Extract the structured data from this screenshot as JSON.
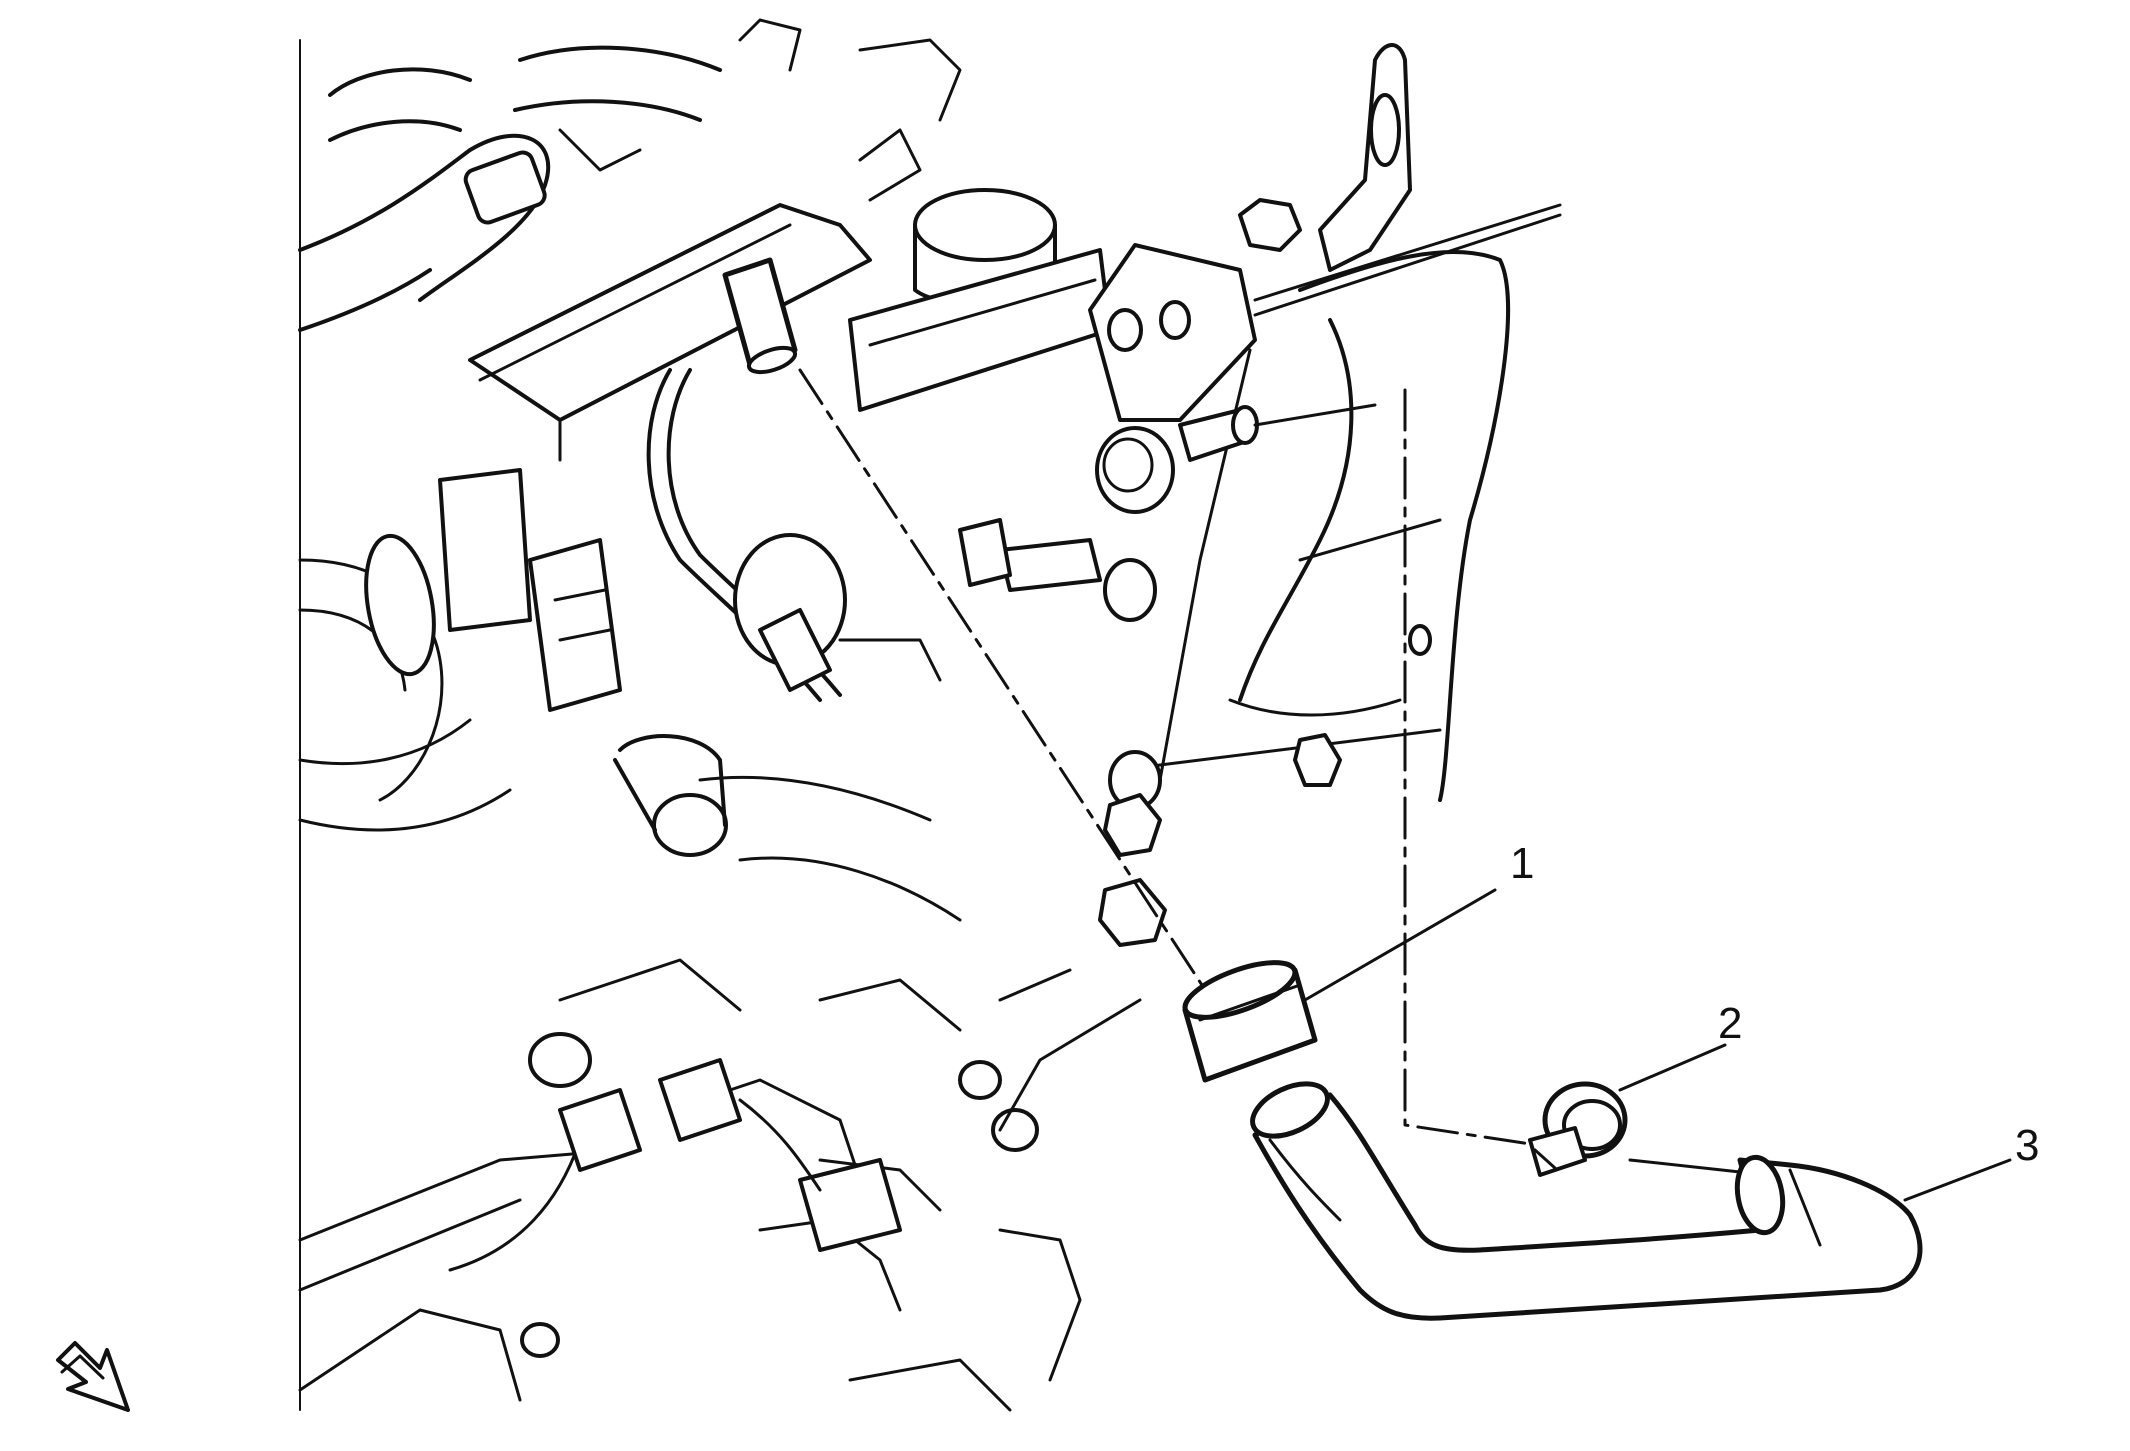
{
  "diagram": {
    "callouts": [
      {
        "id": "1",
        "label": "1"
      },
      {
        "id": "2",
        "label": "2"
      },
      {
        "id": "3",
        "label": "3"
      }
    ],
    "view_arrow": "view-direction-arrow-icon",
    "colors": {
      "ink": "#111111",
      "background": "#ffffff"
    }
  }
}
